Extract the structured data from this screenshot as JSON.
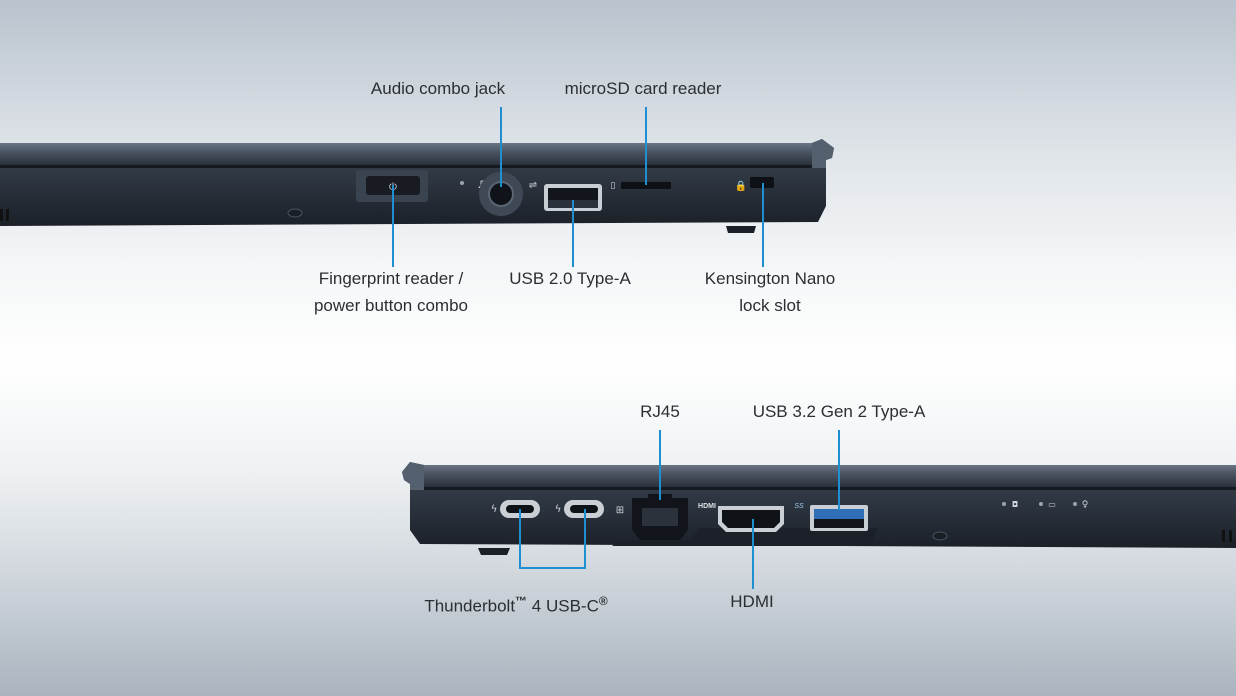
{
  "side_left": {
    "labels": {
      "audio": "Audio combo jack",
      "microsd": "microSD card reader",
      "fingerprint_l1": "Fingerprint reader /",
      "fingerprint_l2": "power button combo",
      "usb20": "USB 2.0 Type-A",
      "kensington_l1": "Kensington Nano",
      "kensington_l2": "lock slot"
    }
  },
  "side_right": {
    "labels": {
      "rj45": "RJ45",
      "usb32": "USB 3.2 Gen 2 Type-A",
      "tb_main": "Thunderbolt",
      "tb_tm": "™",
      "tb_rest": " 4 USB-C",
      "tb_reg": "®",
      "hdmi": "HDMI"
    },
    "port_text": {
      "hdmi_tag": "HDMI",
      "ss_tag": "SS"
    }
  },
  "colors": {
    "accent_line": "#1e8fd0",
    "chassis": "#2d3540",
    "usb_blue": "#2f6fb5"
  }
}
